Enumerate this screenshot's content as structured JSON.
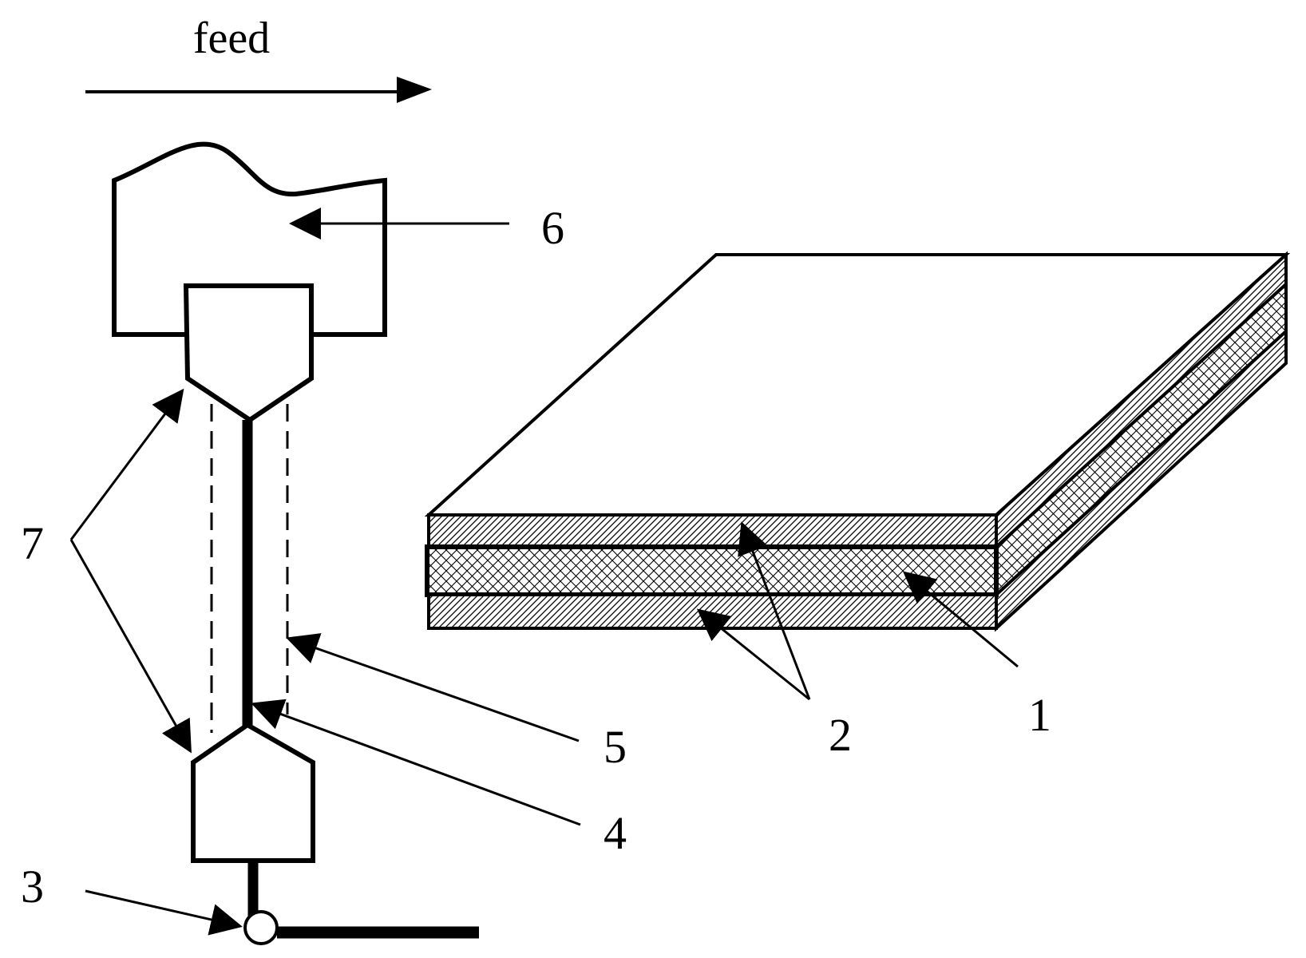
{
  "feed_label": "feed",
  "labels": {
    "l1": "1",
    "l2": "2",
    "l3": "3",
    "l4": "4",
    "l5": "5",
    "l6": "6",
    "l7": "7"
  },
  "colors": {
    "stroke": "#000000",
    "background": "#ffffff"
  }
}
